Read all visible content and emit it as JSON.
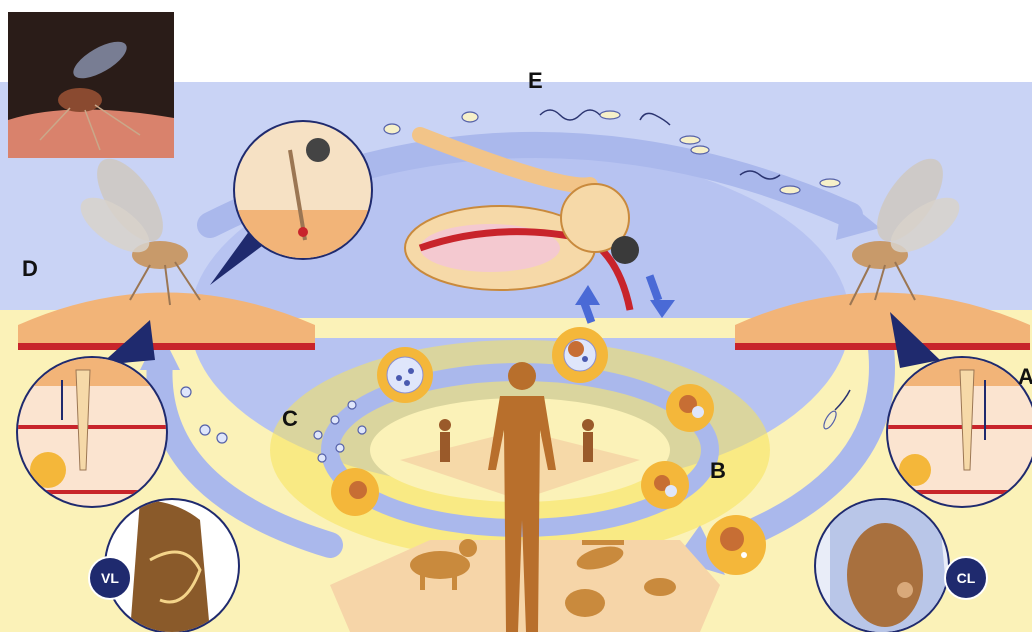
{
  "labels": {
    "a": "A",
    "b": "B",
    "c": "C",
    "d": "D",
    "e": "E"
  },
  "badges": {
    "vl": "VL",
    "cl": "CL"
  },
  "colors": {
    "sky": "#c9d3f5",
    "ground": "#fbf2b8",
    "arrow": "#aab8ec",
    "navy": "#1f2a6e",
    "skin": "#f2b478",
    "human": "#b86f2c",
    "macrophage": "#f4b73a",
    "blood": "#c8242b"
  },
  "icons": [
    "photo-sandfly",
    "sandfly-left",
    "sandfly-right",
    "sandfly-anatomy",
    "human-figure",
    "animal-reservoirs",
    "macrophage",
    "promastigote",
    "amastigote"
  ]
}
